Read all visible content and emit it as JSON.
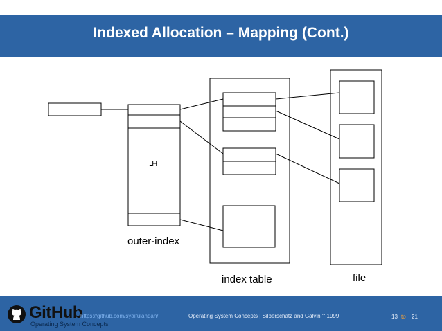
{
  "slide": {
    "title": "Indexed Allocation – Mapping (Cont.)"
  },
  "diagram": {
    "labels": {
      "outer_index": "outer-index",
      "index_table": "index table",
      "file": "file",
      "glyph": "ـH"
    }
  },
  "footer": {
    "logo_text": "GitHub",
    "url": "https://github.com/syaifulahdan/",
    "credit": "Operating System Concepts | Silberschatz and Galvin ‘“ 1999",
    "subtitle": "Operating System Concepts",
    "page_current": "13",
    "page_to": "to",
    "page_total": "21"
  },
  "colors": {
    "header_bg": "#2d64a4",
    "footer_bg": "#2d64a4",
    "link": "#7fb2ee",
    "page_to": "#f2a23a",
    "line": "#000000"
  },
  "icons": [
    "github-logo-icon"
  ]
}
